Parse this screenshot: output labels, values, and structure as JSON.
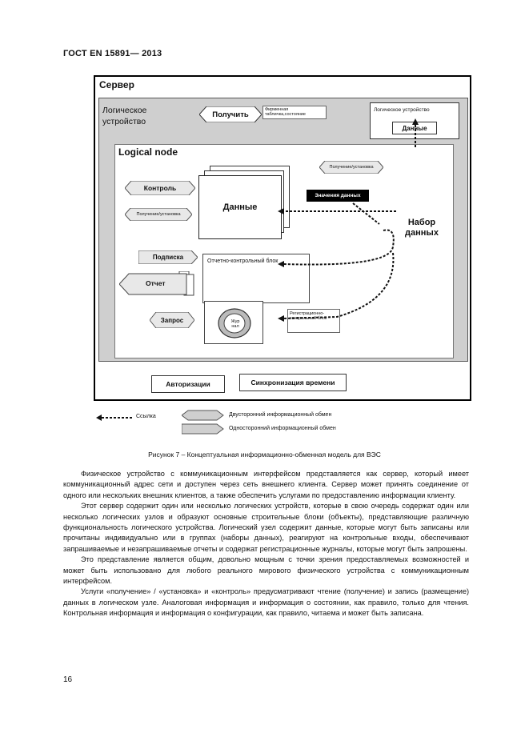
{
  "header": "ГОСТ EN 15891— 2013",
  "figure": {
    "server_label": "Сервер",
    "logical_device_label": "Логическое устройство",
    "get_button": "Получить",
    "nameplate_label": "Фирменная табличка,состояние",
    "logical_device_right_label": "Логическое устройство",
    "data_right_label": "Данные",
    "logical_node_label": "Logical node",
    "get_set_top": "Получение/установка",
    "control_label": "Контроль",
    "get_set_left": "Получение/установка",
    "data_center_label": "Данные",
    "data_values_label": "Значения данных",
    "data_set_label": "Набор данных",
    "subscription_label": "Подписка",
    "report_control_block": "Отчетно-контрольный блок",
    "report_label": "Отчет",
    "request_label": "Запрос",
    "journal_label": "Жур нал",
    "log_control_block": "Регистрационно-контрольный блок",
    "authorization_label": "Авторизации",
    "time_sync_label": "Синхронизация времени"
  },
  "legend": {
    "reference": "Ссылка",
    "two_way": "Двусторонний информационный обмен",
    "one_way": "Односторонний информационный обмен"
  },
  "caption": "Рисунок 7 – Концептуальная информационно-обменная модель для ВЭС",
  "paragraphs": [
    "Физическое устройство с коммуникационным интерфейсом представляется как сервер, который имеет коммуникационный адрес сети и доступен через сеть внешнего клиента. Сервер может принять соединение от одного или нескольких внешних клиентов, а также обеспечить услугами по предоставлению информации клиенту.",
    "Этот сервер содержит один или несколько логических устройств, которые в свою очередь содержат один или несколько логических узлов и образуют основные строительные блоки (объекты), представляющие различную функциональность логического устройства. Логический узел содержит данные, которые могут быть записаны или прочитаны индивидуально или в группах (наборы данных), реагируют на контрольные входы, обеспечивают запрашиваемые и незапрашиваемые отчеты и содержат регистрационные журналы, которые могут быть запрошены.",
    "Это представление является общим, довольно мощным с точки зрения предоставляемых возможностей и может быть использовано для любого реального мирового физического устройства с коммуникационным интерфейсом.",
    "Услуги «получение» / «установка» и «контроль» предусматривают чтение (получение) и запись (размещение) данных в логическом узле. Аналоговая информация и информация о состоянии, как правило, только для чтения. Контрольная информация и информация о конфигурации, как правило, читаема и может быть записана."
  ],
  "page_number": "16"
}
